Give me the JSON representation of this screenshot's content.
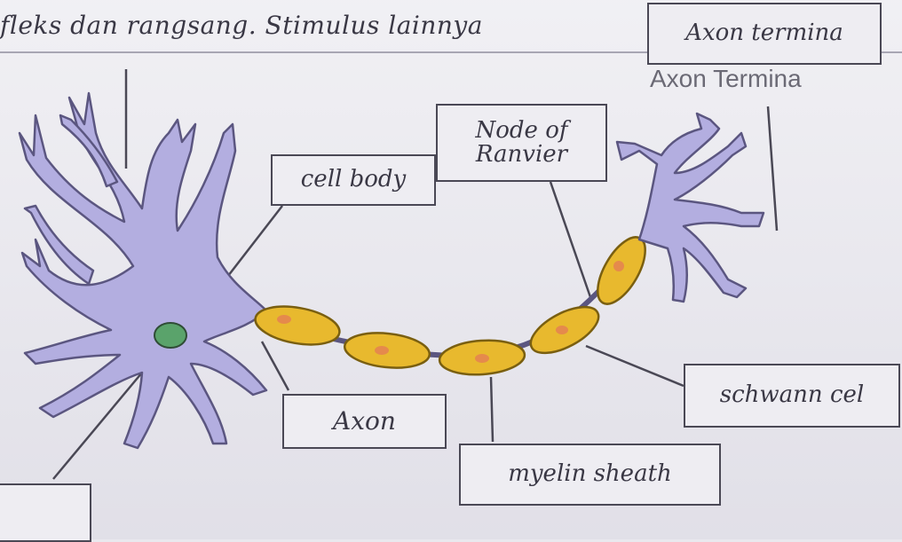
{
  "header": {
    "handwritten_text": "fleks dan rangsang. Stimulus lainnya"
  },
  "labels": {
    "axon_terminal_box": "Axon termina",
    "axon_terminal_printed": "Axon Termina",
    "cell_body": "cell body",
    "node_of_ranvier": "Node of Ranvier",
    "axon": "Axon",
    "schwann_cell": "schwann cel",
    "myelin_sheath": "myelin sheath",
    "blank_box": ""
  },
  "colors": {
    "neuron_fill": "#b3aee0",
    "neuron_stroke": "#5b5680",
    "nucleus": "#5aa36b",
    "myelin": "#e8b92e",
    "myelin_dot": "#e58a4c",
    "ink": "#3a3845"
  }
}
